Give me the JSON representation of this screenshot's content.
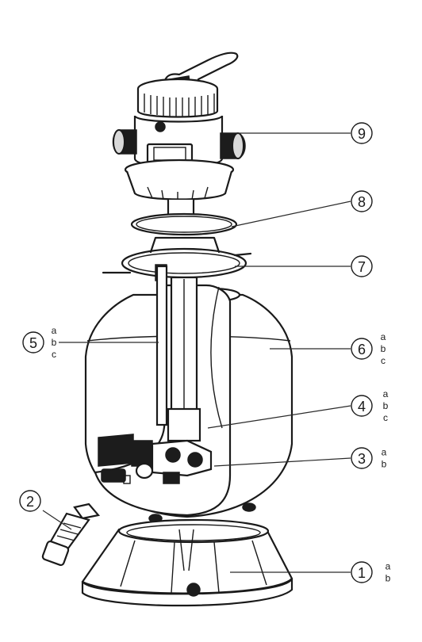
{
  "callouts": [
    {
      "id": "9",
      "number": "9",
      "subs": []
    },
    {
      "id": "8",
      "number": "8",
      "subs": []
    },
    {
      "id": "7",
      "number": "7",
      "subs": []
    },
    {
      "id": "6",
      "number": "6",
      "subs": [
        "a",
        "b",
        "c"
      ]
    },
    {
      "id": "5",
      "number": "5",
      "subs": [
        "a",
        "b",
        "c"
      ]
    },
    {
      "id": "4",
      "number": "4",
      "subs": [
        "a",
        "b",
        "c"
      ]
    },
    {
      "id": "3",
      "number": "3",
      "subs": [
        "a",
        "b"
      ]
    },
    {
      "id": "2",
      "number": "2",
      "subs": []
    },
    {
      "id": "1",
      "number": "1",
      "subs": [
        "a",
        "b"
      ]
    }
  ]
}
